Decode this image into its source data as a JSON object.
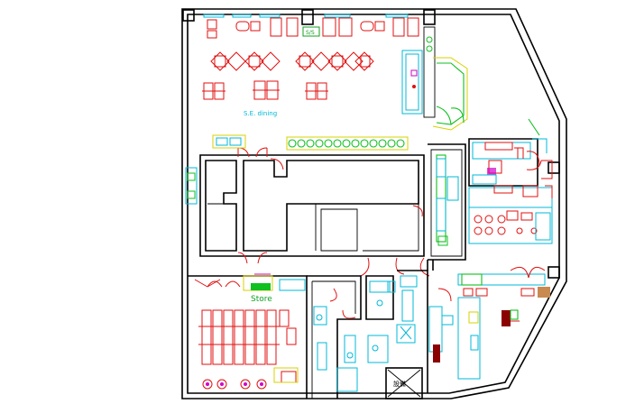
{
  "drawing": {
    "labels": {
      "sign_sis": "S/S",
      "dining_text": "S.E. dining",
      "store": "Store",
      "lift_mark": "設備"
    }
  }
}
